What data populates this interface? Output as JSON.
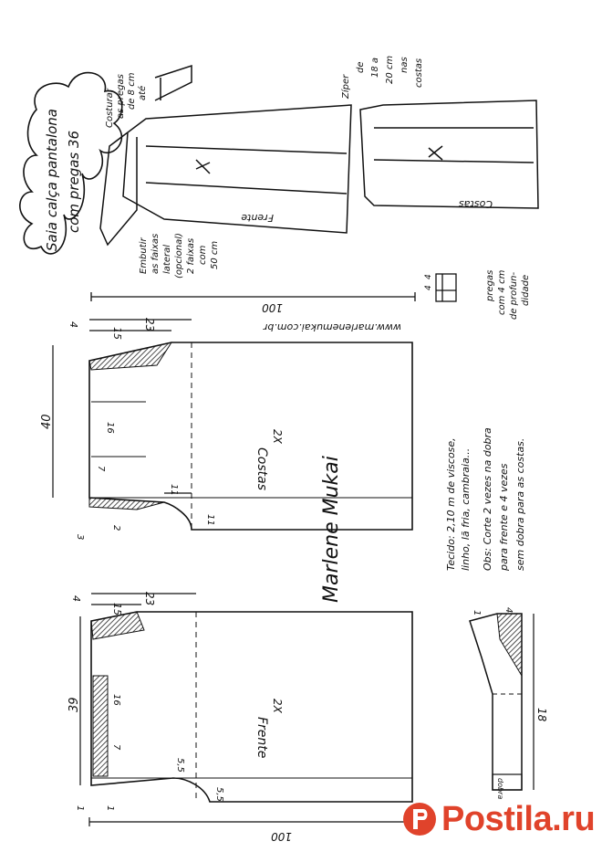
{
  "title": {
    "line1": "Saia calça pantalona",
    "line2": "com pregas 36"
  },
  "notes": {
    "costurar": [
      "Costurar",
      "as pregas",
      "de 8 cm",
      "até"
    ],
    "embutir": [
      "Embutir",
      "as faixas",
      "lateral",
      "(opcional)"
    ],
    "faixas": [
      "2 faixas",
      "com",
      "50 cm"
    ],
    "ziper": [
      "Zíper",
      "de",
      "18 a",
      "20 cm",
      "nas",
      "costas"
    ],
    "pregas": [
      "pregas",
      "com 4 cm",
      "de profun-",
      "didade"
    ],
    "frente_label": "Frente",
    "costas_label": "Costas",
    "website": "www.marlenemukai.com.br"
  },
  "fabric": {
    "line1": "Tecido: 2,10 m de viscose,",
    "line2": "linho, lã fria, cambraia...",
    "line3": "Obs: Corte 2 vezes na dobra",
    "line4": "para frente e 4 vezes",
    "line5": "sem dobra para as costas."
  },
  "costas": {
    "label": "Costas",
    "qty": "2X",
    "dims": {
      "d40": "40",
      "d23": "23",
      "d15": "15",
      "d4": "4",
      "d16": "16",
      "d7": "7",
      "d11a": "11",
      "d11b": "11",
      "d3": "3",
      "d2": "2",
      "d100": "100"
    }
  },
  "frente": {
    "label": "Frente",
    "qty": "2X",
    "dims": {
      "d39": "39",
      "d23": "23",
      "d15": "15",
      "d4": "4",
      "d16": "16",
      "d7": "7",
      "d55a": "5,5",
      "d55b": "5,5",
      "d1a": "1",
      "d1b": "1",
      "d100": "100"
    }
  },
  "cos": {
    "d18": "18",
    "d4": "4",
    "d1": "1",
    "dobra": "dobra"
  },
  "pleat": {
    "d4a": "4",
    "d4b": "4"
  },
  "signature": "Marlene Mukai",
  "brand": {
    "name": "Postila.ru",
    "color": "#e0432b"
  }
}
